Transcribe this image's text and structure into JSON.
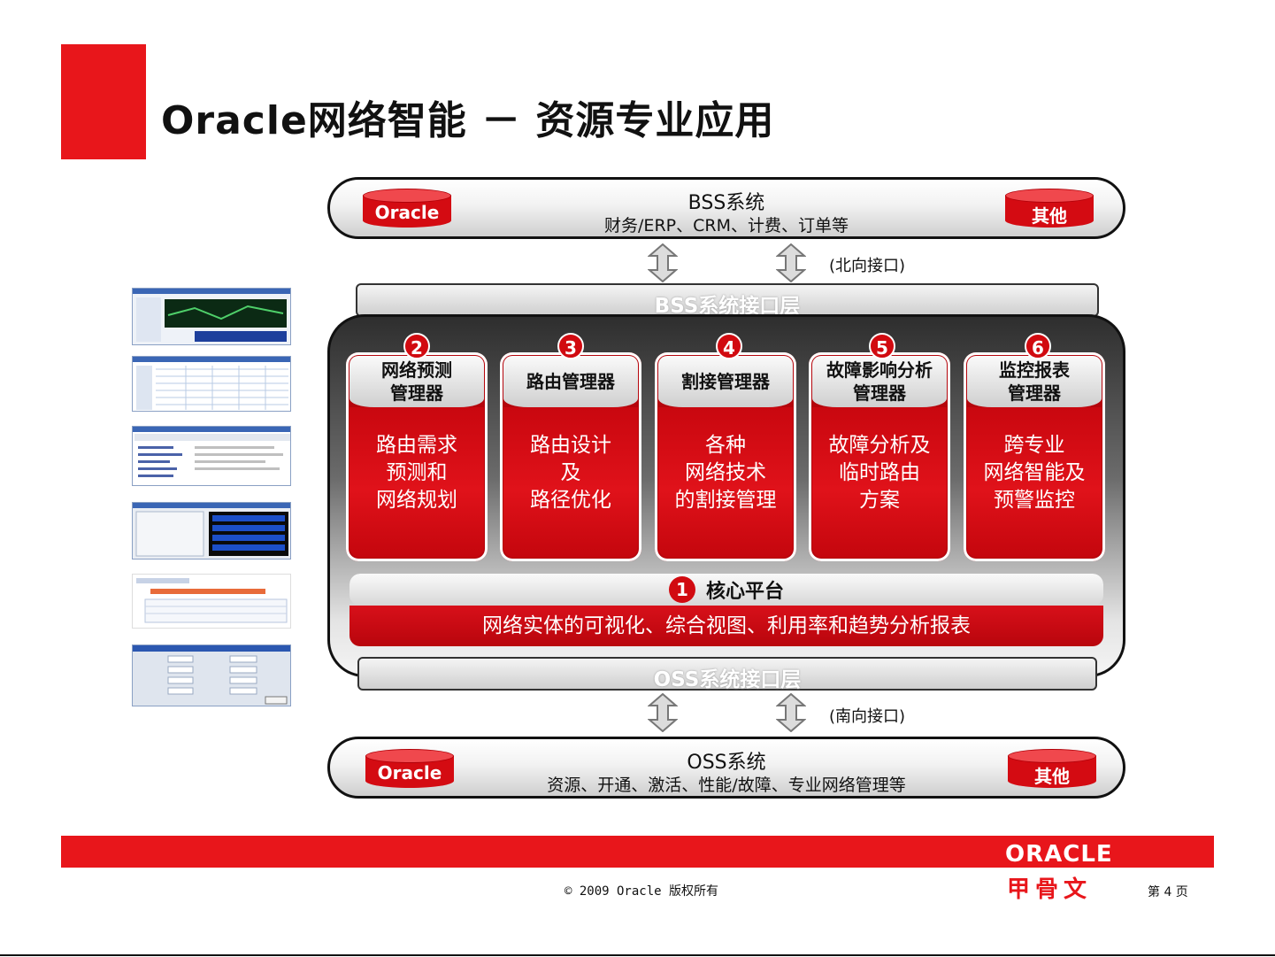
{
  "title": "Oracle网络智能 － 资源专业应用",
  "bss": {
    "title": "BSS系统",
    "subtitle": "财务/ERP、CRM、计费、订单等",
    "left_db": "Oracle",
    "right_db": "其他"
  },
  "north_label": "(北向接口)",
  "bss_interface": "BSS系统接口层",
  "modules": [
    {
      "num": "2",
      "head": "网络预测\n管理器",
      "body": "路由需求\n预测和\n网络规划"
    },
    {
      "num": "3",
      "head": "路由管理器",
      "body": "路由设计\n及\n路径优化"
    },
    {
      "num": "4",
      "head": "割接管理器",
      "body": "各种\n网络技术\n的割接管理"
    },
    {
      "num": "5",
      "head": "故障影响分析\n管理器",
      "body": "故障分析及\n临时路由\n方案"
    },
    {
      "num": "6",
      "head": "监控报表\n管理器",
      "body": "跨专业\n网络智能及\n预警监控"
    }
  ],
  "platform": {
    "num": "1",
    "head": "核心平台",
    "body": "网络实体的可视化、综合视图、利用率和趋势分析报表"
  },
  "oss_interface": "OSS系统接口层",
  "south_label": "(南向接口)",
  "oss": {
    "title": "OSS系统",
    "subtitle": "资源、开通、激活、性能/故障、专业网络管理等",
    "left_db": "Oracle",
    "right_db": "其他"
  },
  "footer": {
    "brand": "ORACLE",
    "cn_brand": "甲骨文",
    "copyright": "© 2009 Oracle 版权所有",
    "page": "第 4 页"
  },
  "colors": {
    "accent_red": "#e8161b",
    "card_red": "#c9070f"
  }
}
